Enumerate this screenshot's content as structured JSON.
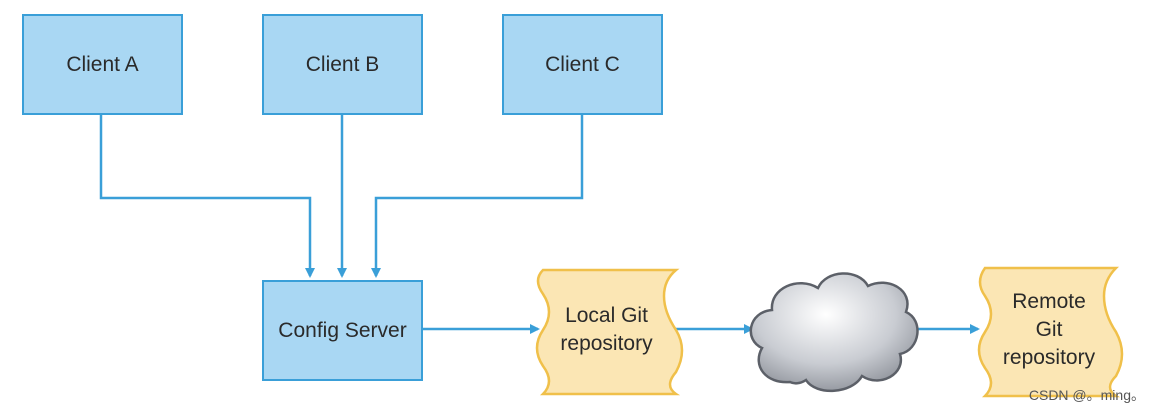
{
  "clients": [
    {
      "label": "Client A"
    },
    {
      "label": "Client B"
    },
    {
      "label": "Client C"
    }
  ],
  "config_server": {
    "label": "Config Server"
  },
  "local_repo": {
    "line1": "Local Git",
    "line2": "repository"
  },
  "network": {
    "icon": "cloud-icon"
  },
  "remote_repo": {
    "line1": "Remote",
    "line2": "Git",
    "line3": "repository"
  },
  "watermark": "CSDN @。ming。",
  "colors": {
    "box_fill": "#a9d7f3",
    "box_border": "#3a9fd8",
    "connector": "#3a9fd8",
    "doc_fill": "#fbe6b4",
    "doc_border": "#f0c04a",
    "cloud": "#9a9ea6"
  }
}
